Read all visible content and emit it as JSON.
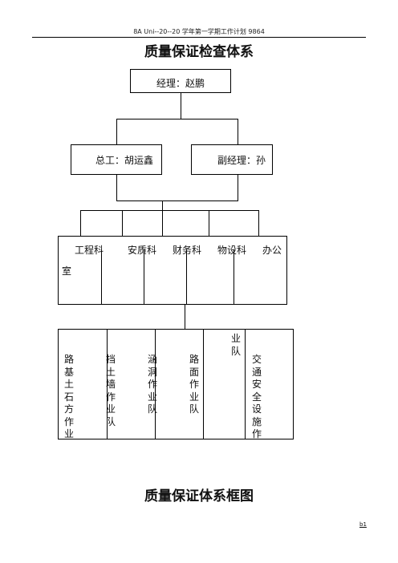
{
  "header": {
    "text": "8A Uni--20--20 学年第一学期工作计划 9864"
  },
  "title": "质量保证检查体系",
  "org": {
    "manager": "经理：赵鹏",
    "chief_engineer": "总工：胡运鑫",
    "deputy_manager": "副经理：孙",
    "departments": [
      "工程科",
      "安质科",
      "财务科",
      "物设科",
      "办公"
    ],
    "departments_wrap": "室",
    "teams": [
      {
        "text": "路基土石方作业"
      },
      {
        "text": "挡土墙作业队"
      },
      {
        "text": "涵洞作业队"
      },
      {
        "text": "路面作业队"
      },
      {
        "text": "业队"
      },
      {
        "text": "交通安全设施作"
      }
    ]
  },
  "caption": "质量保证体系框图",
  "page_mark": "b1"
}
